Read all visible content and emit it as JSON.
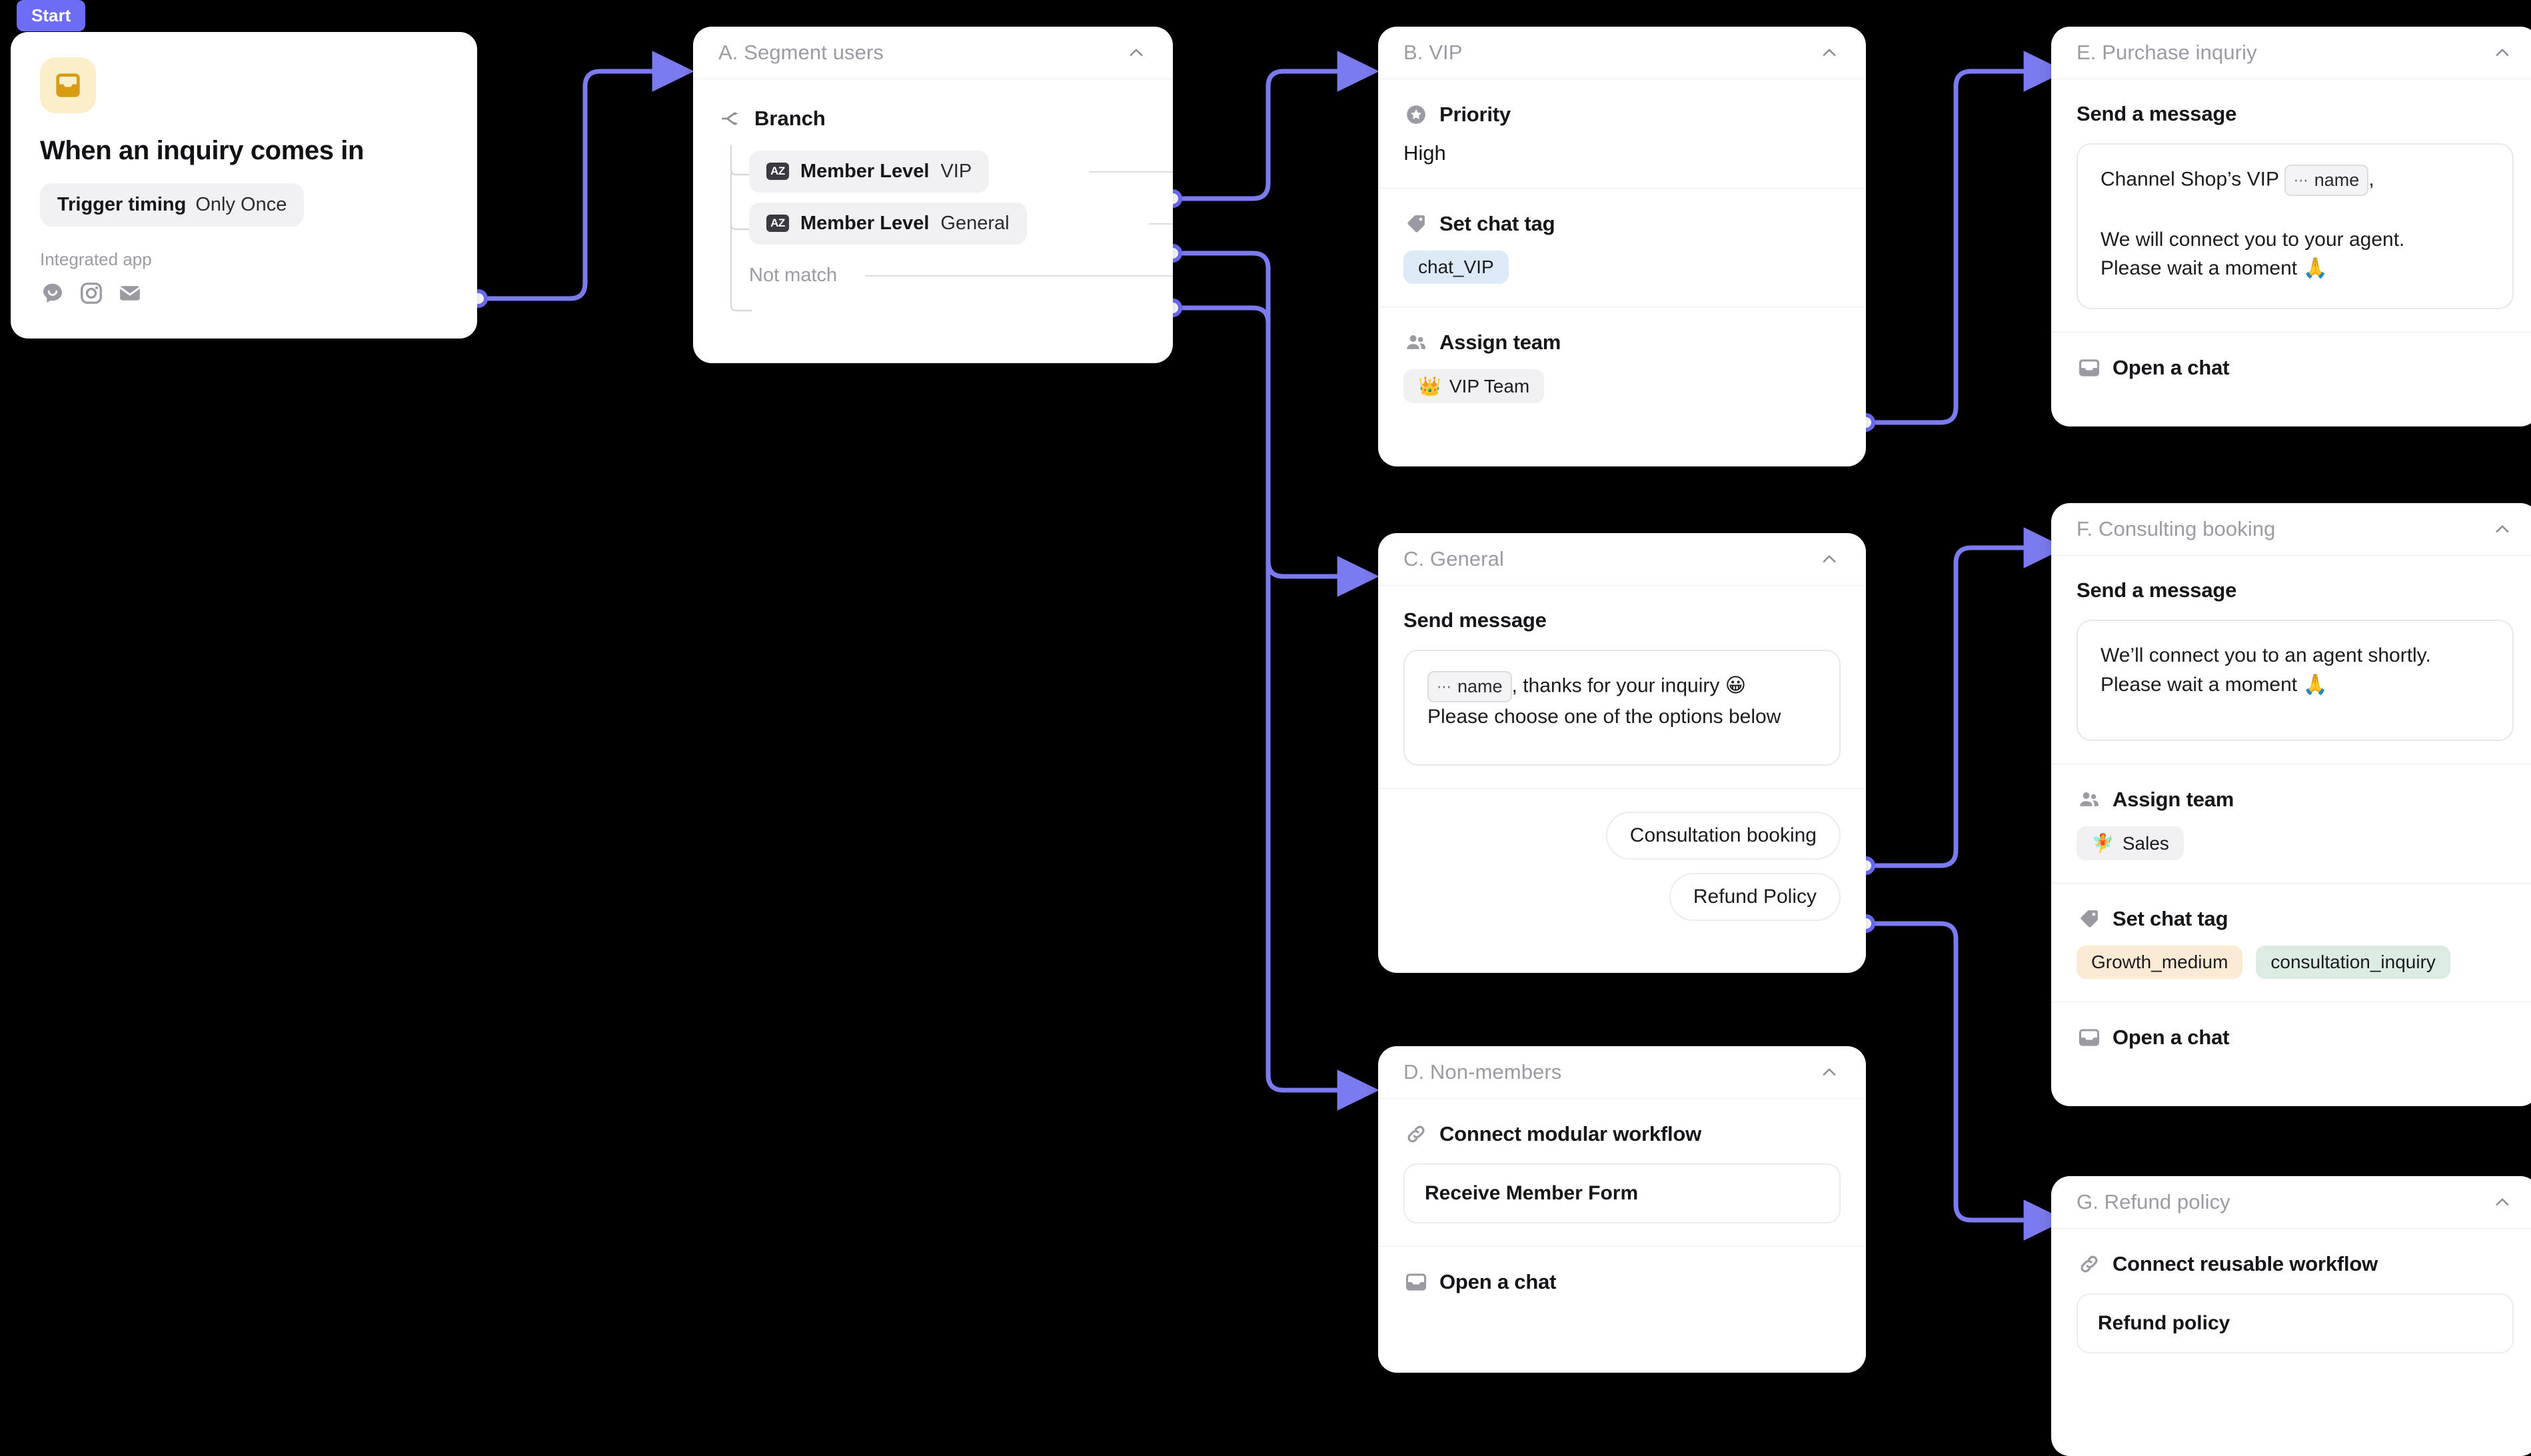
{
  "canvas": {
    "bg": "#000000",
    "accent": "#6c6cf5",
    "wire": "#7b7bf0",
    "wire_muted": "#d6d6d9"
  },
  "start_badge": {
    "label": "Start"
  },
  "trigger": {
    "icon": "inbox-icon",
    "title": "When an inquiry comes in",
    "pill_label": "Trigger timing",
    "pill_value": "Only Once",
    "integrated_caption": "Integrated app",
    "apps": [
      "chat-bubble-icon",
      "instagram-icon",
      "email-icon"
    ]
  },
  "nodes": {
    "a": {
      "title": "A. Segment users",
      "collapse_icon": "chevron-up-icon",
      "branch_label": "Branch",
      "branch_icon": "branch-icon",
      "branches": [
        {
          "badge": "AZ",
          "key": "Member Level",
          "value": "VIP"
        },
        {
          "badge": "AZ",
          "key": "Member Level",
          "value": "General"
        }
      ],
      "not_match_label": "Not match"
    },
    "b": {
      "title": "B. VIP",
      "collapse_icon": "chevron-up-icon",
      "priority": {
        "icon": "star-circle-icon",
        "label": "Priority",
        "value": "High"
      },
      "chat_tag": {
        "icon": "tag-icon",
        "label": "Set chat tag",
        "tags": [
          "chat_VIP"
        ]
      },
      "assign_team": {
        "icon": "people-icon",
        "label": "Assign team",
        "team_emoji": "👑",
        "team": "VIP Team"
      }
    },
    "c": {
      "title": "C. General",
      "collapse_icon": "chevron-up-icon",
      "send_label": "Send message",
      "message_var": "name",
      "message_line1": ", thanks for your inquiry 😀",
      "message_line2": "Please choose one of the options below",
      "replies": [
        "Consultation booking",
        "Refund Policy"
      ]
    },
    "d": {
      "title": "D. Non-members",
      "collapse_icon": "chevron-up-icon",
      "connect": {
        "icon": "link-icon",
        "label": "Connect modular workflow",
        "target": "Receive Member Form"
      },
      "open_chat": {
        "icon": "inbox-small-icon",
        "label": "Open a chat"
      }
    },
    "e": {
      "title": "E. Purchase inquriy",
      "collapse_icon": "chevron-up-icon",
      "send_label": "Send a message",
      "message_prefix": "Channel Shop’s VIP",
      "message_var": "name",
      "message_suffix": ",",
      "message_line2": "We will connect you to your agent.",
      "message_line3": "Please wait a moment 🙏",
      "open_chat": {
        "icon": "inbox-small-icon",
        "label": "Open a chat"
      }
    },
    "f": {
      "title": "F. Consulting booking",
      "collapse_icon": "chevron-up-icon",
      "send_label": "Send a message",
      "message_line1": "We’ll connect you to an agent shortly.",
      "message_line2": "Please wait a moment 🙏",
      "assign_team": {
        "icon": "people-icon",
        "label": "Assign team",
        "team_emoji": "🧚",
        "team": "Sales"
      },
      "chat_tag": {
        "icon": "tag-icon",
        "label": "Set chat tag",
        "tags": [
          "Growth_medium",
          "consultation_inquiry"
        ]
      },
      "open_chat": {
        "icon": "inbox-small-icon",
        "label": "Open a chat"
      }
    },
    "g": {
      "title": "G. Refund policy",
      "collapse_icon": "chevron-up-icon",
      "connect": {
        "icon": "link-icon",
        "label": "Connect reusable workflow",
        "target": "Refund policy"
      }
    }
  }
}
